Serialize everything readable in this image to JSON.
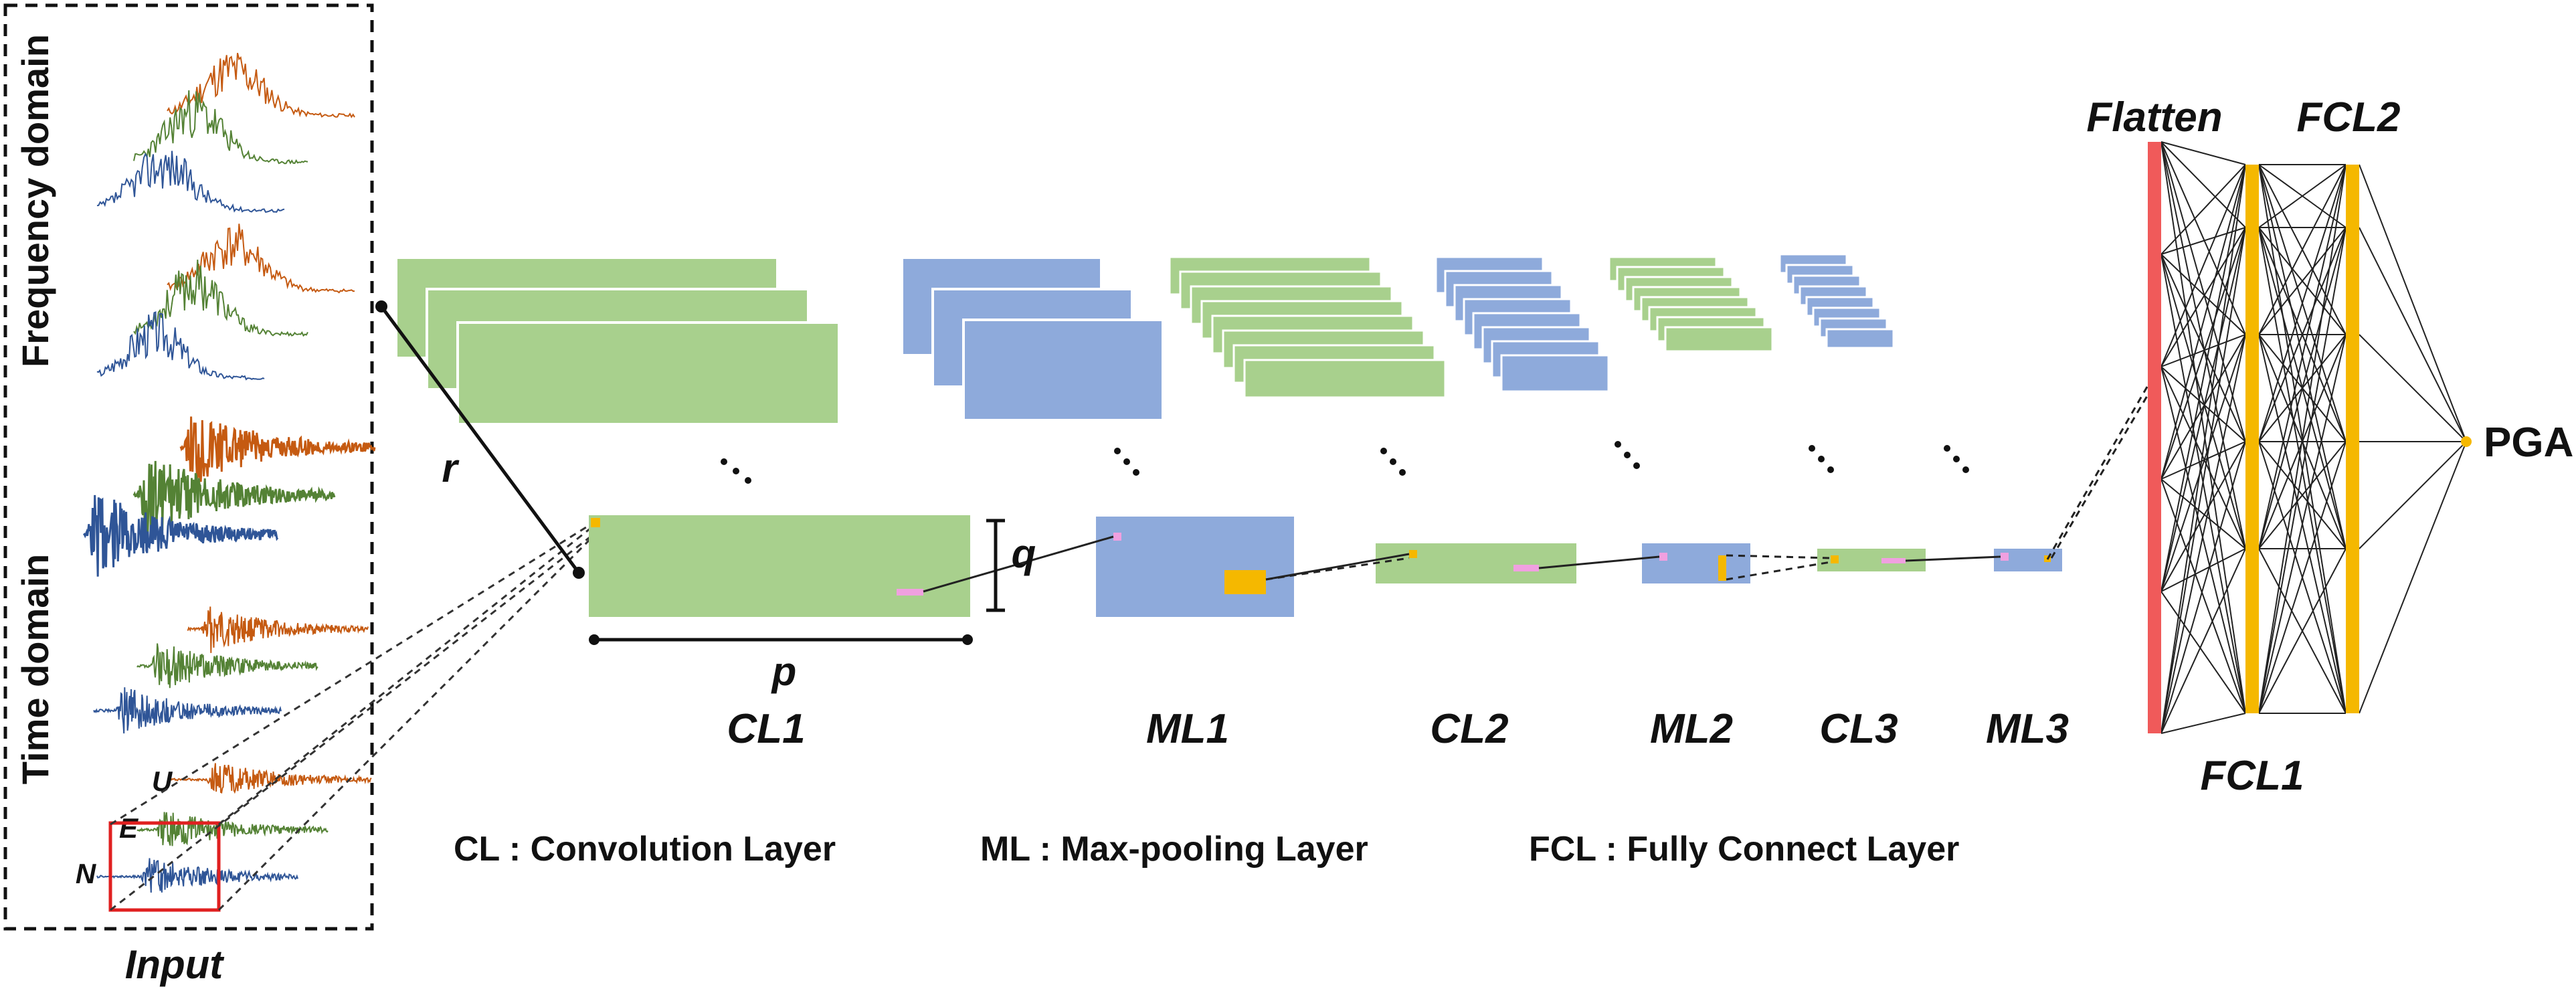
{
  "input": {
    "group_vertical_labels": [
      "Frequency domain",
      "Time domain"
    ],
    "channel_labels": [
      "U",
      "E",
      "N"
    ],
    "caption": "Input"
  },
  "dimension_labels": {
    "rows": "r",
    "height": "q",
    "width": "p"
  },
  "layers": [
    {
      "id": "cl1",
      "label": "CL1"
    },
    {
      "id": "ml1",
      "label": "ML1"
    },
    {
      "id": "cl2",
      "label": "CL2"
    },
    {
      "id": "ml2",
      "label": "ML2"
    },
    {
      "id": "cl3",
      "label": "CL3"
    },
    {
      "id": "ml3",
      "label": "ML3"
    }
  ],
  "legend": {
    "cl": "CL : Convolution Layer",
    "ml": "ML : Max-pooling Layer",
    "fcl": "FCL : Fully Connect Layer"
  },
  "dense": {
    "flatten": "Flatten",
    "fcl1": "FCL1",
    "fcl2": "FCL2",
    "output": "PGA"
  },
  "colors": {
    "conv": "#a8d08d",
    "pool": "#8eaadb",
    "flatten": "#f05a5a",
    "fcl": "#f5b800",
    "trace_u": "#c55a11",
    "trace_e": "#548235",
    "trace_n": "#2f5597",
    "highlight_box": "#e02020"
  }
}
